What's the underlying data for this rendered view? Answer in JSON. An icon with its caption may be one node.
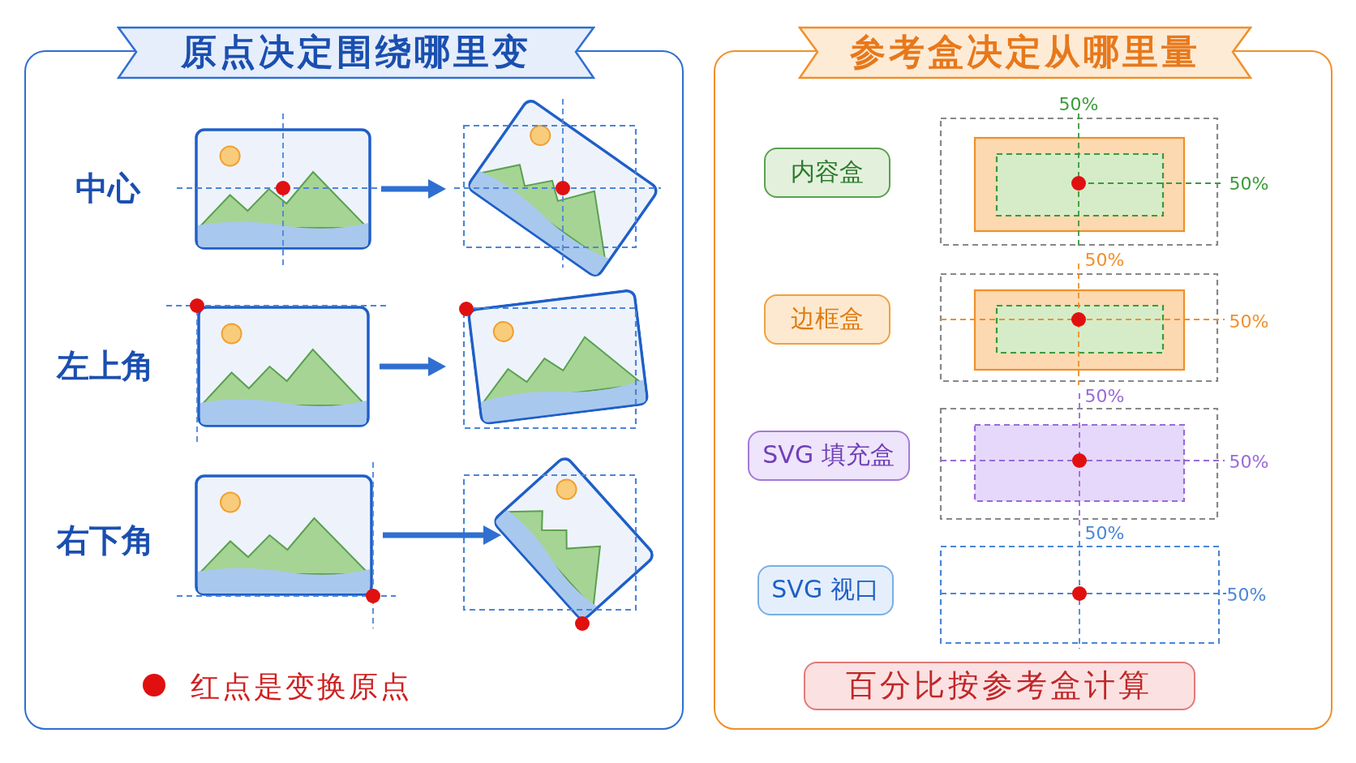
{
  "diagram": {
    "nodes": [
      {
        "text": [
          "原点决定围绕哪里变"
        ]
      },
      {
        "text": [],
        "shape": "picture",
        "in": 0
      },
      {
        "text": [],
        "shape": "picture",
        "in": 0
      },
      {
        "text": [],
        "shape": "picture",
        "in": 0
      },
      {
        "text": [],
        "shape": "picture",
        "in": 0
      },
      {
        "text": [],
        "shape": "picture",
        "in": 0
      },
      {
        "text": [],
        "shape": "picture",
        "in": 0
      },
      {
        "text": [
          "参考盒决定从哪里量"
        ]
      },
      {
        "text": [
          "内容盒"
        ],
        "in": 7
      },
      {
        "text": [
          "边框盒"
        ],
        "in": 7
      },
      {
        "text": [
          "SVG 填充盒"
        ],
        "in": 7
      },
      {
        "text": [
          "SVG 视口"
        ],
        "in": 7
      },
      {
        "text": [
          "百分比按参考盒计算"
        ],
        "in": 7
      }
    ],
    "edges": [
      {
        "from": 1,
        "to": 2,
        "arrow": "to"
      },
      {
        "from": 3,
        "to": 4,
        "arrow": "to"
      },
      {
        "from": 5,
        "to": 6,
        "arrow": "to"
      }
    ],
    "labels": [
      "中心",
      "左上角",
      "右下角",
      "50%",
      "50%",
      "50%",
      "50%",
      "50%",
      "50%",
      "50%",
      "50%"
    ],
    "legend": [
      {
        "text": "红点是变换原点",
        "color": "#e01010"
      }
    ]
  }
}
